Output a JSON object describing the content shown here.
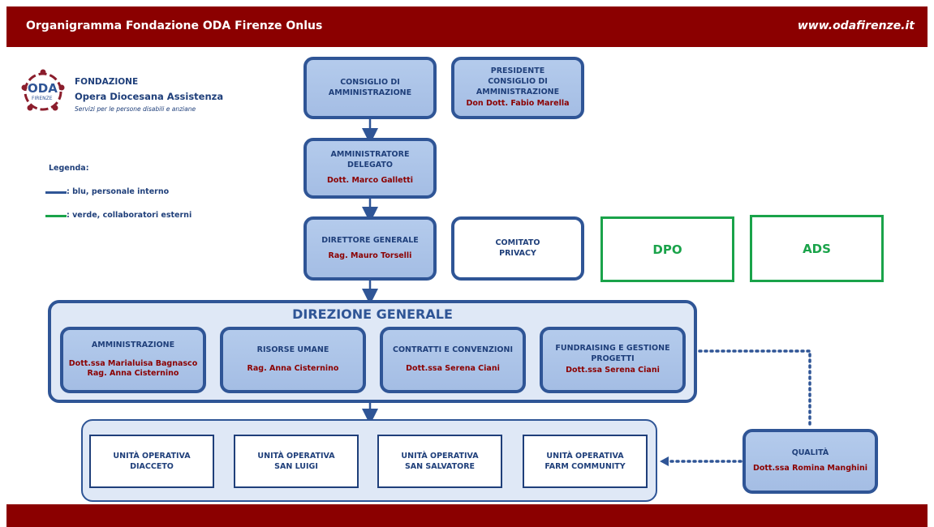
{
  "header": {
    "title": "Organigramma Fondazione ODA Firenze Onlus",
    "website": "www.odafirenze.it"
  },
  "logo": {
    "mark": "ODA",
    "city": "FIRENZE",
    "line1": "FONDAZIONE",
    "line2": "Opera Diocesana Assistenza",
    "tagline": "Servizi per le persone disabili e anziane"
  },
  "legend": {
    "title": "Legenda:",
    "blue": ": blu, personale interno",
    "green": ": verde, collaboratori esterni",
    "blue_color": "#2f5596",
    "green_color": "#1aa34a"
  },
  "consiglio": {
    "role_line1": "CONSIGLIO DI",
    "role_line2": "AMMINISTRAZIONE"
  },
  "presidente": {
    "role_line1": "PRESIDENTE",
    "role_line2": "CONSIGLIO DI",
    "role_line3": "AMMINISTRAZIONE",
    "person": "Don Dott. Fabio Marella"
  },
  "amministratore": {
    "role_line1": "AMMINISTRATORE",
    "role_line2": "DELEGATO",
    "person": "Dott. Marco Galletti"
  },
  "direttore": {
    "role": "DIRETTORE GENERALE",
    "person": "Rag. Mauro Torselli"
  },
  "comitato": {
    "line1": "COMITATO",
    "line2": "PRIVACY"
  },
  "dpo": {
    "label": "DPO"
  },
  "ads": {
    "label": "ADS"
  },
  "direzione": {
    "title": "DIREZIONE GENERALE",
    "boxes": [
      {
        "role": "AMMINISTRAZIONE",
        "role2": "",
        "person1": "Dott.ssa Marialuisa Bagnasco",
        "person2": "Rag. Anna Cisternino"
      },
      {
        "role": "RISORSE UMANE",
        "role2": "",
        "person1": "Rag. Anna Cisternino",
        "person2": ""
      },
      {
        "role": "CONTRATTI E CONVENZIONI",
        "role2": "",
        "person1": "Dott.ssa Serena Ciani",
        "person2": ""
      },
      {
        "role": "FUNDRAISING E GESTIONE",
        "role2": "PROGETTI",
        "person1": "Dott.ssa Serena Ciani",
        "person2": ""
      }
    ]
  },
  "unita": [
    {
      "line1": "UNITÀ OPERATIVA",
      "line2": "DIACCETO"
    },
    {
      "line1": "UNITÀ OPERATIVA",
      "line2": "SAN LUIGI"
    },
    {
      "line1": "UNITÀ OPERATIVA",
      "line2": "SAN SALVATORE"
    },
    {
      "line1": "UNITÀ OPERATIVA",
      "line2": "FARM COMMUNITY"
    }
  ],
  "qualita": {
    "role": "QUALITÀ",
    "person": "Dott.ssa Romina Manghini"
  }
}
